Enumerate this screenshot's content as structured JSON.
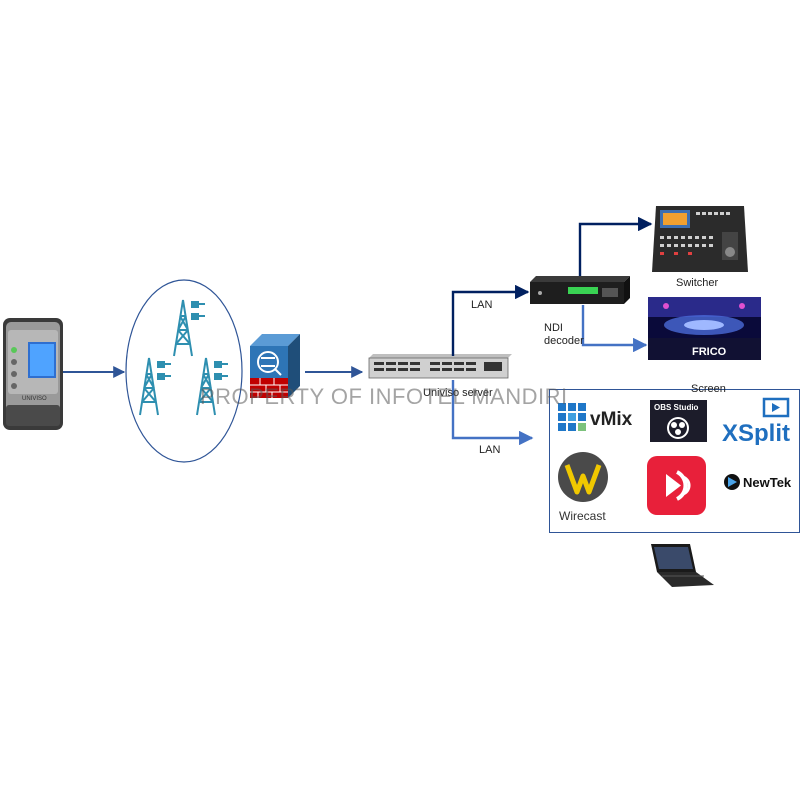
{
  "labels": {
    "lan_upper": "LAN",
    "lan_lower": "LAN",
    "ndi_decoder_line1": "NDI",
    "ndi_decoder_line2": "decoder",
    "switcher": "Switcher",
    "screen": "Screen",
    "server": "Univiso server"
  },
  "watermark": "PROPERTY OF INFOTEL MANDIRI",
  "software": {
    "vmix": "vMix",
    "obs": "OBS Studio",
    "xsplit": "XSplit",
    "wirecast": "Wirecast",
    "newtek": "NewTek"
  },
  "device_brand": "UNIVISO",
  "screen_brand": "FRICO",
  "colors": {
    "arrow_blue": "#2f5597",
    "arrow_navy": "#002060",
    "tower_teal": "#2e8fb0",
    "firewall_blue": "#2e75b6",
    "firewall_red": "#c00000"
  }
}
